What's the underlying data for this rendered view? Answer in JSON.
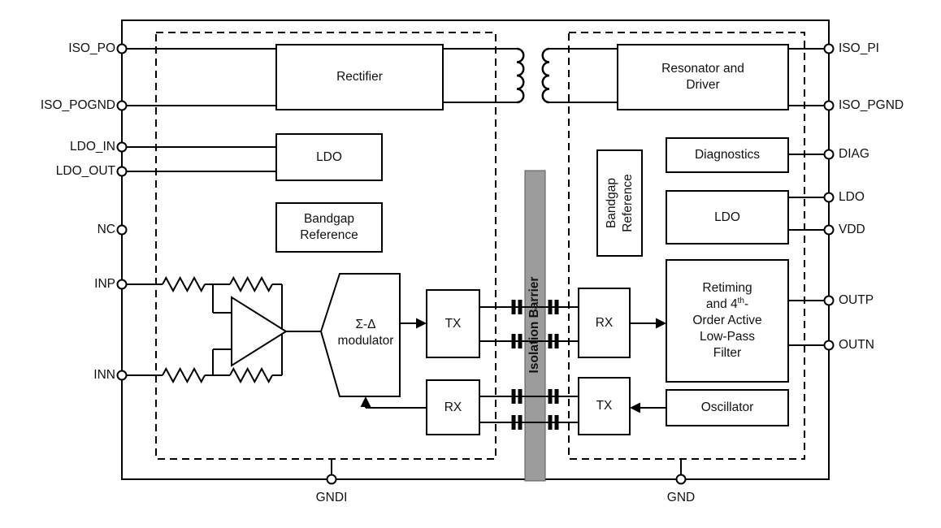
{
  "pins": {
    "left": [
      {
        "label": "ISO_PO"
      },
      {
        "label": "ISO_POGND"
      },
      {
        "label": "LDO_IN"
      },
      {
        "label": "LDO_OUT"
      },
      {
        "label": "NC"
      },
      {
        "label": "INP"
      },
      {
        "label": "INN"
      }
    ],
    "right": [
      {
        "label": "ISO_PI"
      },
      {
        "label": "ISO_PGND"
      },
      {
        "label": "DIAG"
      },
      {
        "label": "LDO"
      },
      {
        "label": "VDD"
      },
      {
        "label": "OUTP"
      },
      {
        "label": "OUTN"
      }
    ],
    "bottom": [
      {
        "label": "GNDI"
      },
      {
        "label": "GND"
      }
    ]
  },
  "blocks": {
    "rectifier": "Rectifier",
    "ldo_left": "LDO",
    "bandgap_left": "Bandgap Reference",
    "modulator_line1": "Σ-Δ",
    "modulator_line2": "modulator",
    "tx_left": "TX",
    "rx_left": "RX",
    "isolation_barrier": "Isolation Barrier",
    "resonator": "Resonator and Driver",
    "bandgap_right": "Bandgap Reference",
    "diagnostics": "Diagnostics",
    "ldo_right": "LDO",
    "filter": {
      "line1": "Retiming",
      "line2_pre": "and 4",
      "line2_sup": "th",
      "line2_post": "-",
      "line3": "Order Active",
      "line4": "Low-Pass",
      "line5": "Filter"
    },
    "oscillator": "Oscillator",
    "rx_right": "RX",
    "tx_right": "TX"
  },
  "colors": {
    "line": "#000000",
    "barrier_fill": "#9c9c9c",
    "background": "#ffffff"
  }
}
